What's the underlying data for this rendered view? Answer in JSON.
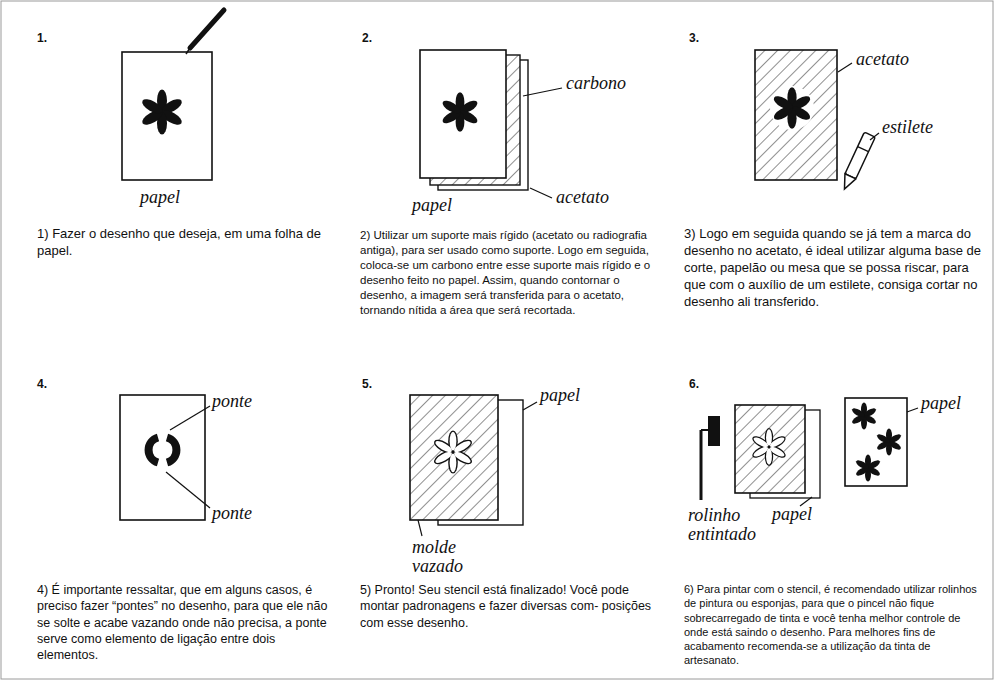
{
  "diagram": {
    "labels": [
      "1.",
      "papel",
      "1) Fazer o desenho que deseja, em uma folha de papel.",
      "2.",
      "carbono",
      "acetato",
      "papel",
      "2) Utilizar um suporte mais rígido (acetato ou radiografia antiga), para ser usado como suporte. Logo em seguida, coloca-se um carbono entre esse suporte mais rígido e o desenho feito no papel. Assim, quando contornar o desenho, a imagem será transferida para o acetato, tornando nítida a área que será recortada.",
      "3.",
      "acetato",
      "estilete",
      "3) Logo em seguida quando se já tem a marca do desenho no acetato, é ideal utilizar alguma base de corte, papelão ou mesa que se possa riscar, para que com o auxílio de um estilete, consiga cortar no desenho ali transferido.",
      "4.",
      "ponte",
      "ponte",
      "4) É importante ressaltar, que em alguns casos, é preciso fazer “pontes” no desenho, para que ele não se solte e acabe vazando onde não precisa, a ponte serve como elemento de ligação entre dois elementos.",
      "5.",
      "papel",
      "molde vazado",
      "5) Pronto! Seu stencil está finalizado! Você pode montar padronagens e fazer diversas com- posições com esse desenho.",
      "6.",
      "rolinho entintado",
      "papel",
      "papel",
      "6) Para pintar com o stencil, é recomendado utilizar rolinhos de pintura ou esponjas, para que o pincel não fique sobrecarregado de tinta e você tenha melhor controle de onde está saindo o desenho. Para melhores fins de acabamento recomenda-se a utilização da tinta de artesanato."
    ]
  }
}
